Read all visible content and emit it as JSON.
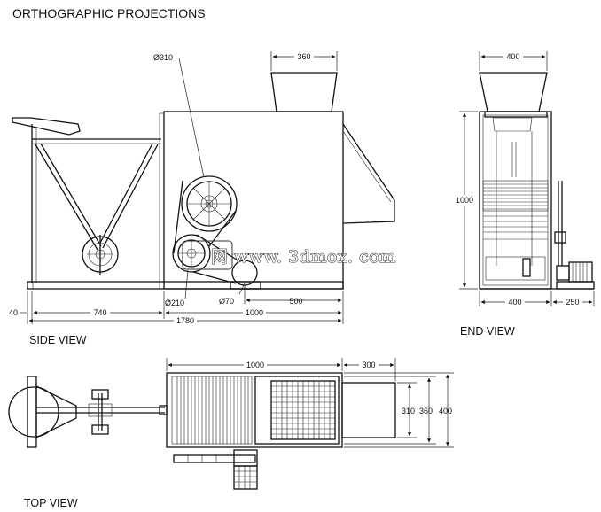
{
  "title": "ORTHOGRAPHIC PROJECTIONS",
  "views": {
    "side": "SIDE VIEW",
    "end": "END VIEW",
    "top": "TOP VIEW"
  },
  "side_dims": {
    "hopper_width": "360",
    "large_pulley": "Ø310",
    "medium_pulley": "Ø210",
    "small_pulley": "Ø70",
    "offset": "40",
    "frame_length": "740",
    "total_length": "1780",
    "box_length": "1000",
    "motor_offset": "500"
  },
  "end_dims": {
    "hopper_width": "400",
    "height": "1000",
    "base_width": "400",
    "motor_width": "250"
  },
  "top_dims": {
    "box_length": "1000",
    "outlet_length": "300",
    "inner_width": "310",
    "mid_width": "360",
    "outer_width": "400"
  },
  "watermark": "www. 3dmox. com",
  "watermark_cjk": "网"
}
